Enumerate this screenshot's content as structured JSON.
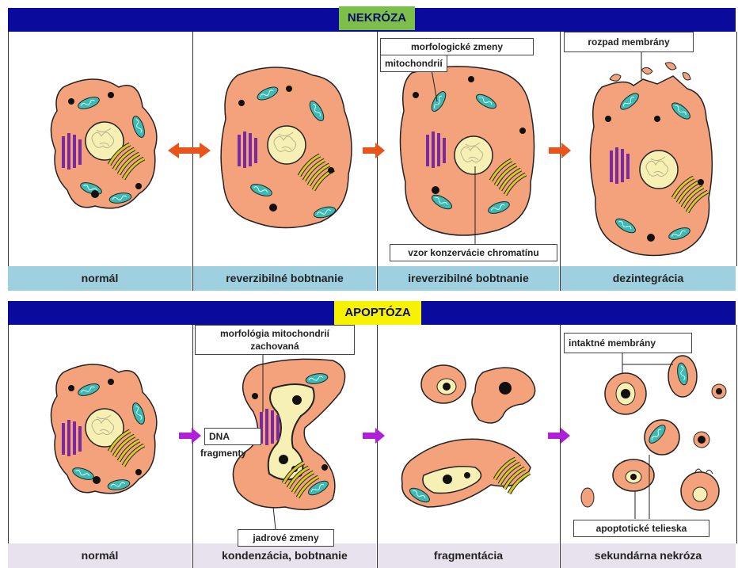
{
  "colors": {
    "band": "#0a0a9c",
    "necrosis_badge": "#7cc04a",
    "apoptosis_badge": "#f6f200",
    "necrosis_caption_bg": "#9fd0df",
    "apoptosis_caption_bg": "#e8e2ef",
    "cell_fill": "#f4a27c",
    "cell_stroke": "#222222",
    "nucleus_fill": "#f6f0b4",
    "mitochondria": "#3cbab4",
    "golgi": "#d8c820",
    "er": "#7a2aa0",
    "arrow_necrosis": "#e8541a",
    "arrow_apoptosis": "#b020d8"
  },
  "necrosis": {
    "title": "NEKRÓZA",
    "captions": [
      "normál",
      "reverzibilné bobtnanie",
      "ireverzibilné bobtnanie",
      "dezintegrácia"
    ],
    "labels": {
      "morph_changes": "morfologické zmeny",
      "mitochondria": "mitochondrií",
      "chromatin": "vzor konzervácie chromatínu",
      "membrane_break": "rozpad membrány"
    }
  },
  "apoptosis": {
    "title": "APOPTÓZA",
    "captions": [
      "normál",
      "kondenzácia, bobtnanie",
      "fragmentácia",
      "sekundárna nekróza"
    ],
    "labels": {
      "mito_morph_line1": "morfológia mitochondrií",
      "mito_morph_line2": "zachovaná",
      "dna": "DNA",
      "fragments": "fragmenty",
      "nuclear_changes": "jadrové zmeny",
      "intact_membranes": "intaktné membrány",
      "apoptotic_bodies": "apoptotické telieska"
    }
  }
}
